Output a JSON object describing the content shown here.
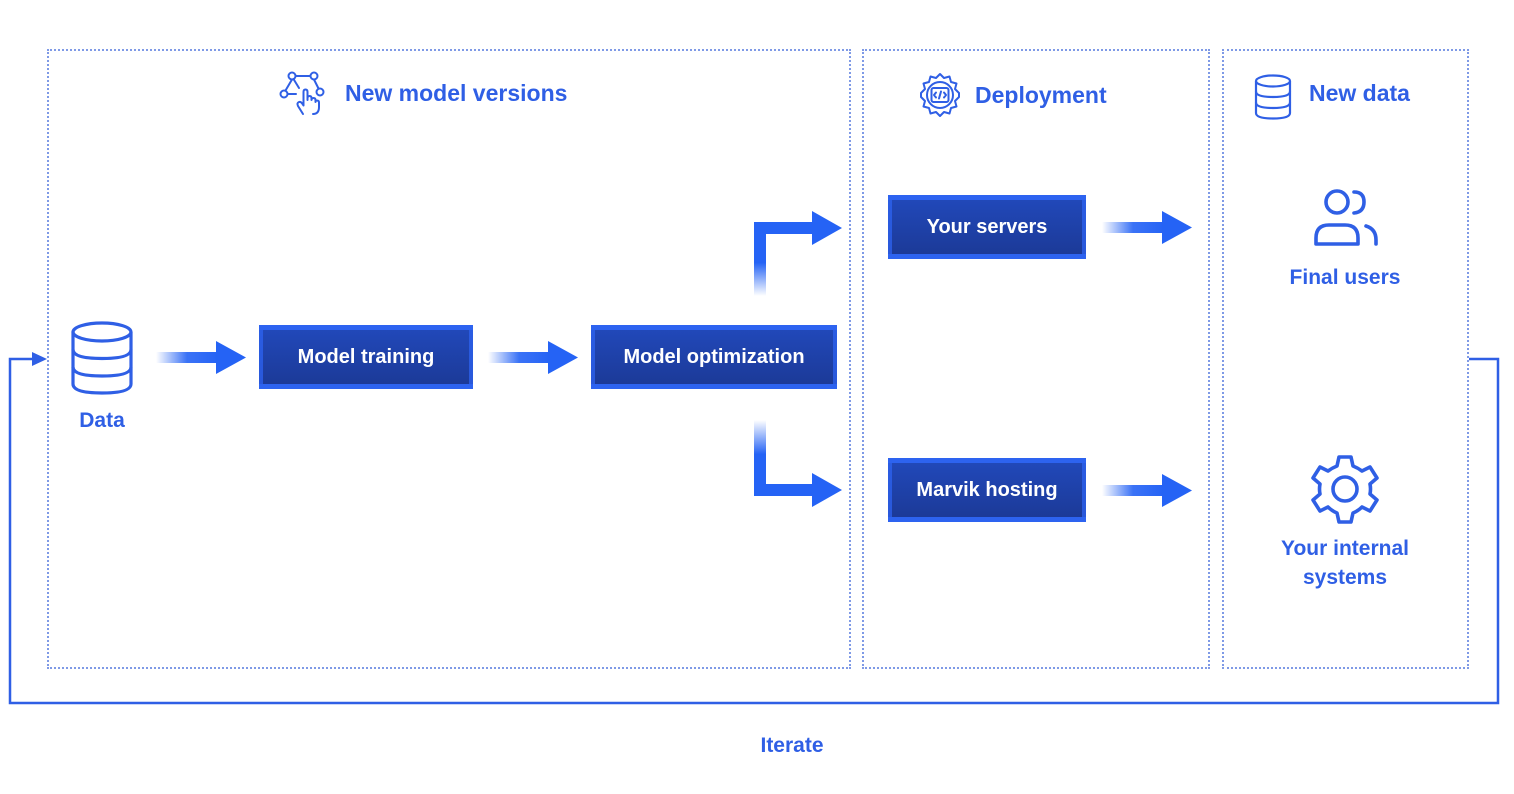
{
  "sections": {
    "new_model_versions": "New model versions",
    "deployment": "Deployment",
    "new_data": "New data"
  },
  "nodes": {
    "data": "Data",
    "model_training": "Model training",
    "model_optimization": "Model optimization",
    "your_servers": "Your servers",
    "marvik_hosting": "Marvik hosting",
    "final_users": "Final users",
    "your_internal_systems": "Your internal systems"
  },
  "loop": {
    "label": "Iterate"
  },
  "icons": {
    "new_model_versions": "network-hand-icon",
    "deployment": "code-gear-icon",
    "new_data": "database-icon",
    "data": "database-icon",
    "final_users": "users-icon",
    "internal_systems": "gear-icon"
  },
  "colors": {
    "accent": "#2f5fe5",
    "box_fill": "#1f3fa6",
    "box_edge": "#2d63f0",
    "panel_border": "#7f9ae6",
    "arrow": "#2563f5"
  }
}
